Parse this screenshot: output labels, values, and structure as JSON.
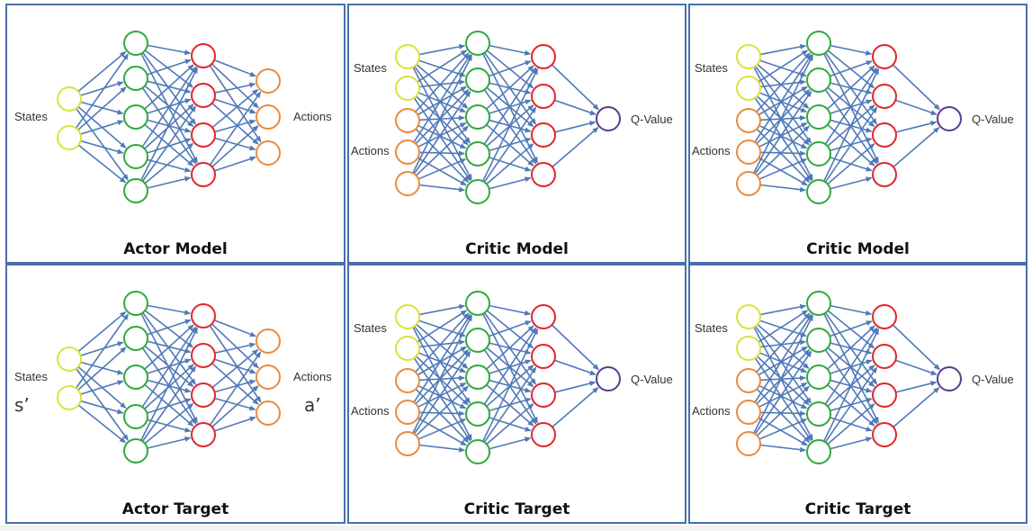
{
  "panels": [
    {
      "title": "Actor Model",
      "type": "actor",
      "input_label": "States",
      "output_label": "Actions",
      "input_symbol": "",
      "output_symbol": ""
    },
    {
      "title": "Critic Model",
      "type": "critic",
      "states_label": "States",
      "actions_label": "Actions",
      "output_label": "Q-Value"
    },
    {
      "title": "Critic Model",
      "type": "critic",
      "states_label": "States",
      "actions_label": "Actions",
      "output_label": "Q-Value"
    },
    {
      "title": "Actor Target",
      "type": "actor",
      "input_label": "States",
      "output_label": "Actions",
      "input_symbol": "s’",
      "output_symbol": "a’"
    },
    {
      "title": "Critic Target",
      "type": "critic",
      "states_label": "States",
      "actions_label": "Actions",
      "output_label": "Q-Value"
    },
    {
      "title": "Critic Target",
      "type": "critic",
      "states_label": "States",
      "actions_label": "Actions",
      "output_label": "Q-Value"
    }
  ],
  "colors": {
    "border": "#4a6fa8",
    "edge": "#4f79b8",
    "state_node": "#d9e33a",
    "hidden1_node": "#2faa3c",
    "hidden2_node": "#e0262a",
    "action_node": "#ec8a3c",
    "qvalue_node": "#5a3c8c"
  }
}
